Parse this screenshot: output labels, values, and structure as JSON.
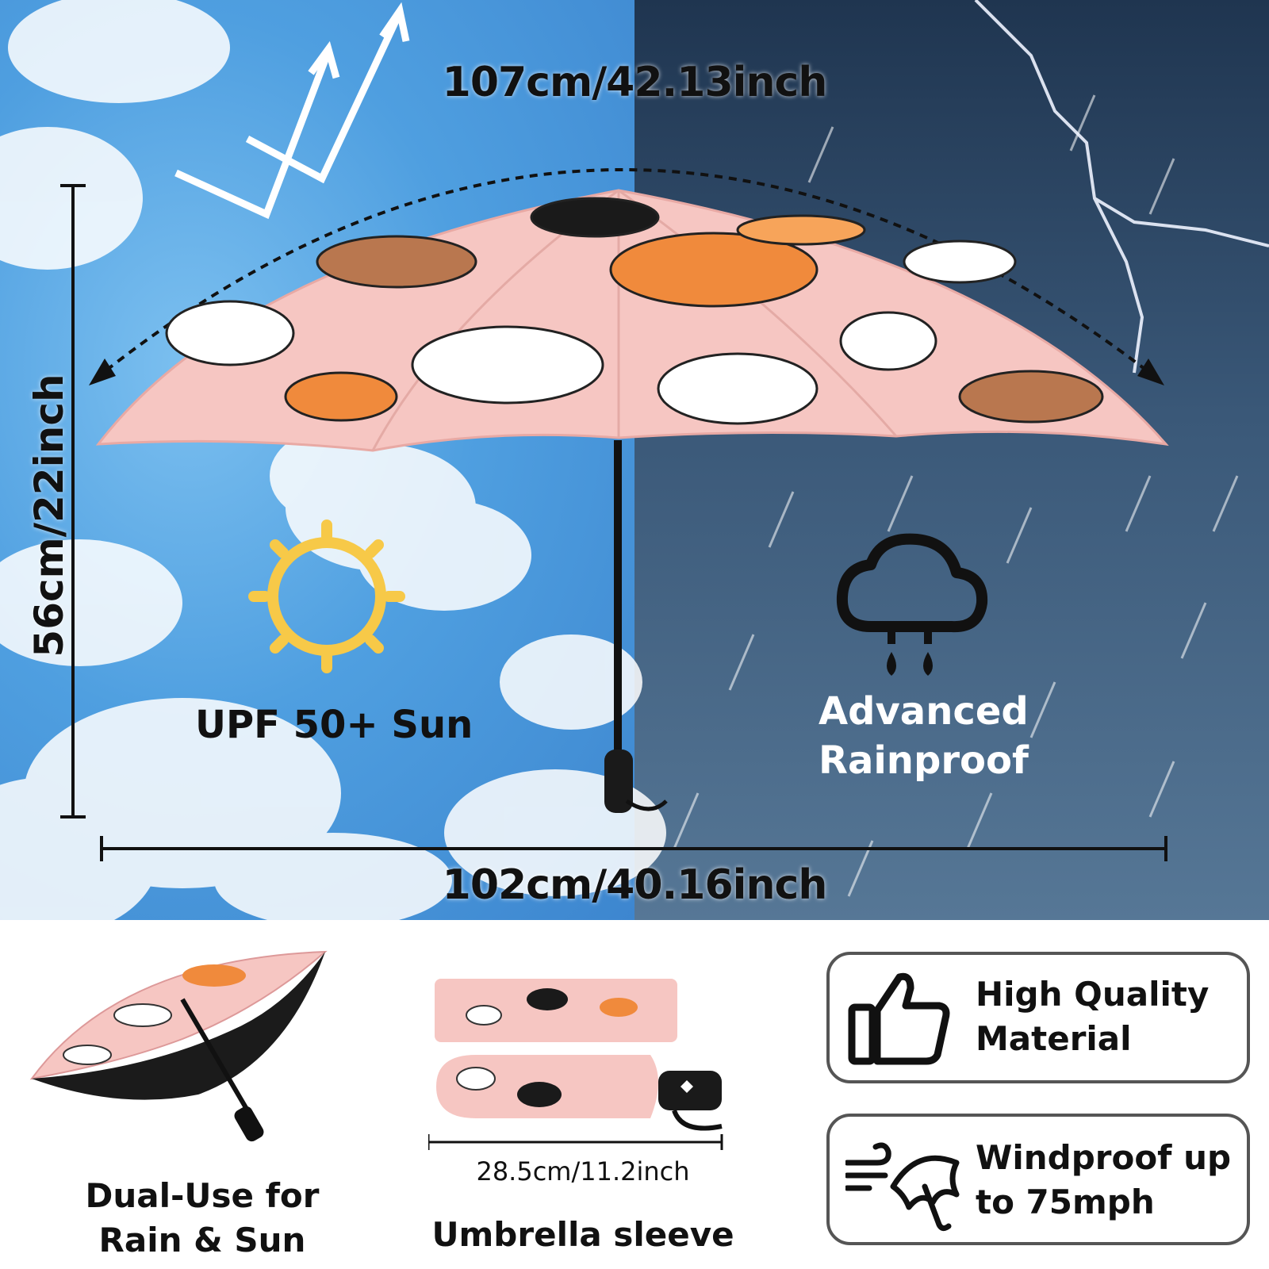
{
  "dimensions": {
    "canopy_arc": "107cm/42.13inch",
    "canopy_width": "102cm/40.16inch",
    "height": "56cm/22inch",
    "folded_length": "28.5cm/11.2inch"
  },
  "features": {
    "sun": "UPF 50+ Sun",
    "rain_line1": "Advanced",
    "rain_line2": "Rainproof"
  },
  "bottom": {
    "dual_use_line1": "Dual-Use for",
    "dual_use_line2": "Rain & Sun",
    "sleeve": "Umbrella sleeve"
  },
  "cards": [
    {
      "line1": "High Quality",
      "line2": "Material",
      "icon": "thumbs-up-icon"
    },
    {
      "line1": "Windproof up",
      "line2": "to 75mph",
      "icon": "wind-umbrella-icon"
    }
  ],
  "colors": {
    "canopy_pink": "#f6c6c2",
    "sky_blue": "#4f9fe0",
    "storm_blue": "#3a5878",
    "sun_yellow": "#f7c948"
  }
}
